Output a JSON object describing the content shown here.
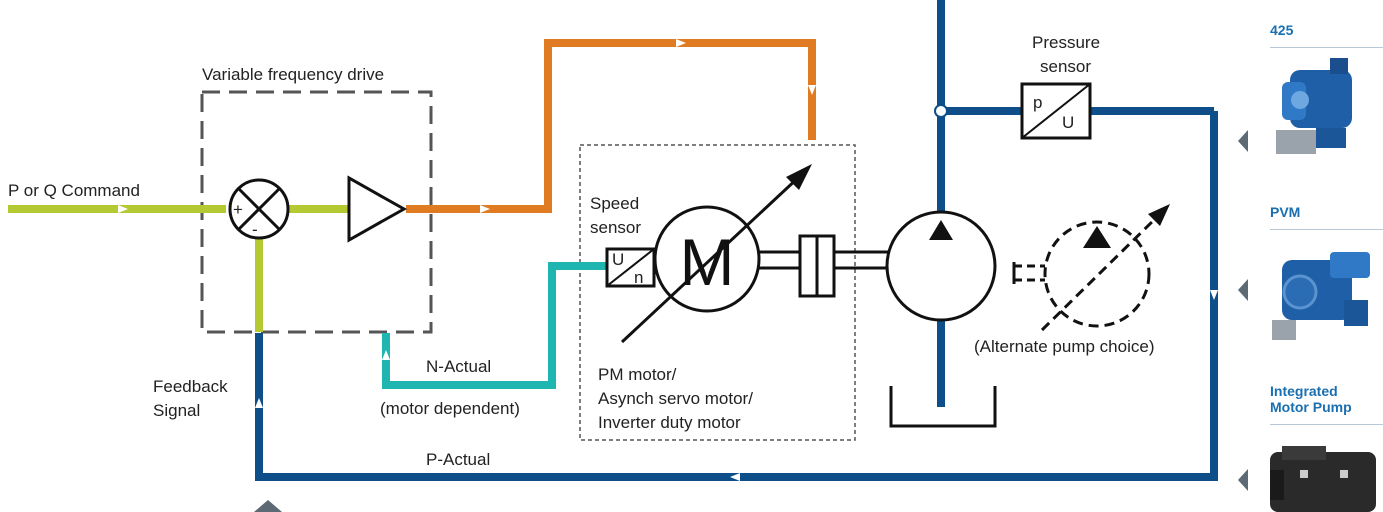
{
  "labels": {
    "vfd": "Variable frequency drive",
    "command": "P or Q Command",
    "plus": "+",
    "minus": "-",
    "feedback_line1": "Feedback",
    "feedback_line2": "Signal",
    "n_actual": "N-Actual",
    "motor_dependent": "(motor dependent)",
    "speed_sensor_line1": "Speed",
    "speed_sensor_line2": "sensor",
    "sensor_u": "U",
    "sensor_n": "n",
    "motor_letter": "M",
    "motor_desc_line1": "PM motor/",
    "motor_desc_line2": "Asynch servo motor/",
    "motor_desc_line3": "Inverter duty motor",
    "pressure_sensor_line1": "Pressure",
    "pressure_sensor_line2": "sensor",
    "pressure_p": "p",
    "pressure_u": "U",
    "alternate_pump": "(Alternate pump choice)",
    "p_actual": "P-Actual"
  },
  "sidebar": {
    "items": [
      {
        "title_line1": "425",
        "title_line2": ""
      },
      {
        "title_line1": "PVM",
        "title_line2": ""
      },
      {
        "title_line1": "Integrated",
        "title_line2": "Motor Pump"
      }
    ]
  },
  "colors": {
    "command_line": "#b5c932",
    "drive_output": "#e07b22",
    "speed_feedback": "#1fb5b0",
    "pressure_feedback": "#0e4f8a",
    "outline": "#111111",
    "dashed_box": "#555555",
    "sensor_text": "#e8302a",
    "sidebar_title": "#1a6fb0",
    "nav_arrow": "#5d6a75"
  },
  "icons": {
    "sidebar_images": [
      "pump-425-photo",
      "pvm-pump-photo",
      "integrated-motor-pump-photo"
    ],
    "nav_arrows": [
      "left-triangle-icon",
      "up-triangle-icon"
    ]
  }
}
